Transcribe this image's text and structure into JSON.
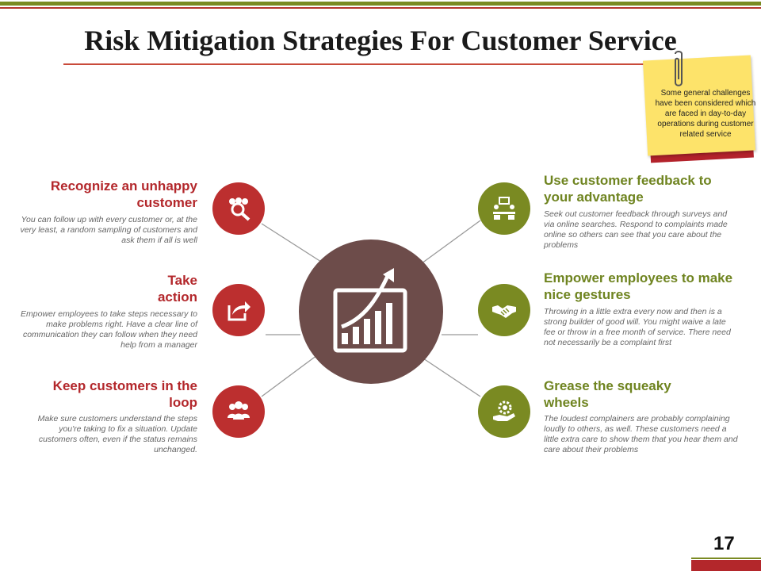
{
  "slide": {
    "title": "Risk Mitigation Strategies For Customer Service",
    "page_number": "17",
    "note": "Some general challenges have been considered which are faced in day-to-day operations during customer related service"
  },
  "left_items": [
    {
      "title": "Recognize an unhappy customer",
      "text": "You can follow up with every customer or, at the very least, a random sampling of customers and ask them if all is well",
      "icon": "search-people-icon"
    },
    {
      "title": "Take action",
      "text": "Empower employees to take steps necessary to make problems right. Have a clear line of communication they can follow when they need help from a manager",
      "icon": "share-arrow-icon"
    },
    {
      "title": "Keep customers in the loop",
      "text": "Make sure customers understand the steps you're taking to fix a situation. Update customers often, even if the status remains unchanged.",
      "icon": "group-icon"
    }
  ],
  "right_items": [
    {
      "title": "Use customer feedback to your advantage",
      "text": "Seek out customer feedback through surveys and via online searches. Respond to complaints made online so others can see that you care about the problems",
      "icon": "feedback-icon"
    },
    {
      "title": "Empower employees to make nice gestures",
      "text": "Throwing in a little extra every now and then is a strong builder of good will. You might waive a late fee or throw in a free month of service. There need not necessarily be a complaint first",
      "icon": "handshake-icon"
    },
    {
      "title": "Grease the squeaky wheels",
      "text": "The loudest complainers are probably complaining loudly to others, as well. These customers need a little extra care to show them that you hear them and care about their problems",
      "icon": "gear-hand-icon"
    }
  ],
  "colors": {
    "red": "#bc2f2f",
    "green": "#7a8a22",
    "hub": "#6d4c4a"
  }
}
